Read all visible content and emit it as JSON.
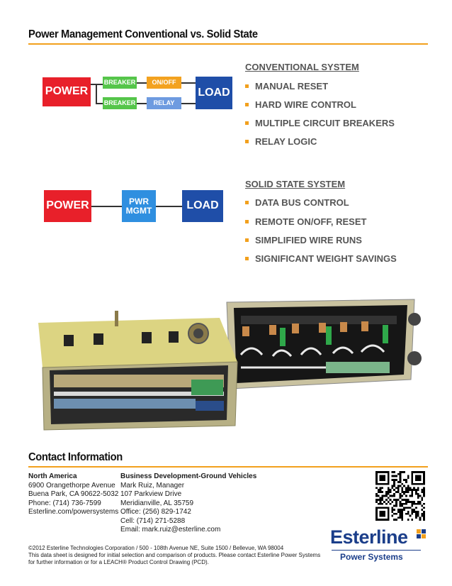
{
  "header": {
    "title": "Power Management Conventional  vs. Solid State"
  },
  "conventional": {
    "diagram": {
      "power": "POWER",
      "breaker_top": "BREAKER",
      "breaker_bottom": "BREAKER",
      "onoff": "ON/OFF",
      "relay": "RELAY",
      "load": "LOAD"
    },
    "title": "CONVENTIONAL SYSTEM",
    "items": [
      "MANUAL RESET",
      "HARD WIRE CONTROL",
      "MULTIPLE CIRCUIT BREAKERS",
      "RELAY LOGIC"
    ]
  },
  "solid_state": {
    "diagram": {
      "power": "POWER",
      "pwr_line1": "PWR",
      "pwr_line2": "MGMT",
      "load": "LOAD"
    },
    "title": "SOLID STATE SYSTEM",
    "items": [
      "DATA BUS CONTROL",
      "REMOTE ON/OFF, RESET",
      "SIMPLIFIED WIRE  RUNS",
      "SIGNIFICANT WEIGHT SAVINGS"
    ]
  },
  "contact": {
    "heading": "Contact Information",
    "north_america": {
      "title": "North America",
      "lines": [
        "6900 Orangethorpe Avenue",
        "Buena Park, CA 90622-5032",
        "Phone: (714) 736-7599",
        "Esterline.com/powersystems"
      ]
    },
    "bizdev": {
      "title": "Business Development-Ground Vehicles",
      "lines": [
        "Mark Ruiz, Manager",
        "107 Parkview Drive",
        "Meridianville, AL  35759",
        "Office: (256) 829-1742",
        "Cell: (714) 271-5288",
        "Email: mark.ruiz@esterline.com"
      ]
    }
  },
  "footer": {
    "lines": [
      "©2012 Esterline Technologies Corporation / 500 - 108th Avenue NE, Suite 1500 / Bellevue, WA 98004",
      "This data sheet is designed for initial selection and comparison of products. Please contact Esterline Power Systems",
      "for further information or for a LEACH® Product Control Drawing (PCD)."
    ]
  },
  "logo": {
    "brand": "Esterline",
    "sub": "Power Systems"
  },
  "colors": {
    "accent": "#f2a01d",
    "power_red": "#e8202a",
    "load_blue": "#1f4ea8",
    "breaker_green": "#55c54a",
    "onoff_orange": "#f3a21f",
    "relay_blue": "#6e9be0",
    "pwr_mgmt_blue": "#2f8fe0",
    "logo_navy": "#1b3e8a"
  }
}
